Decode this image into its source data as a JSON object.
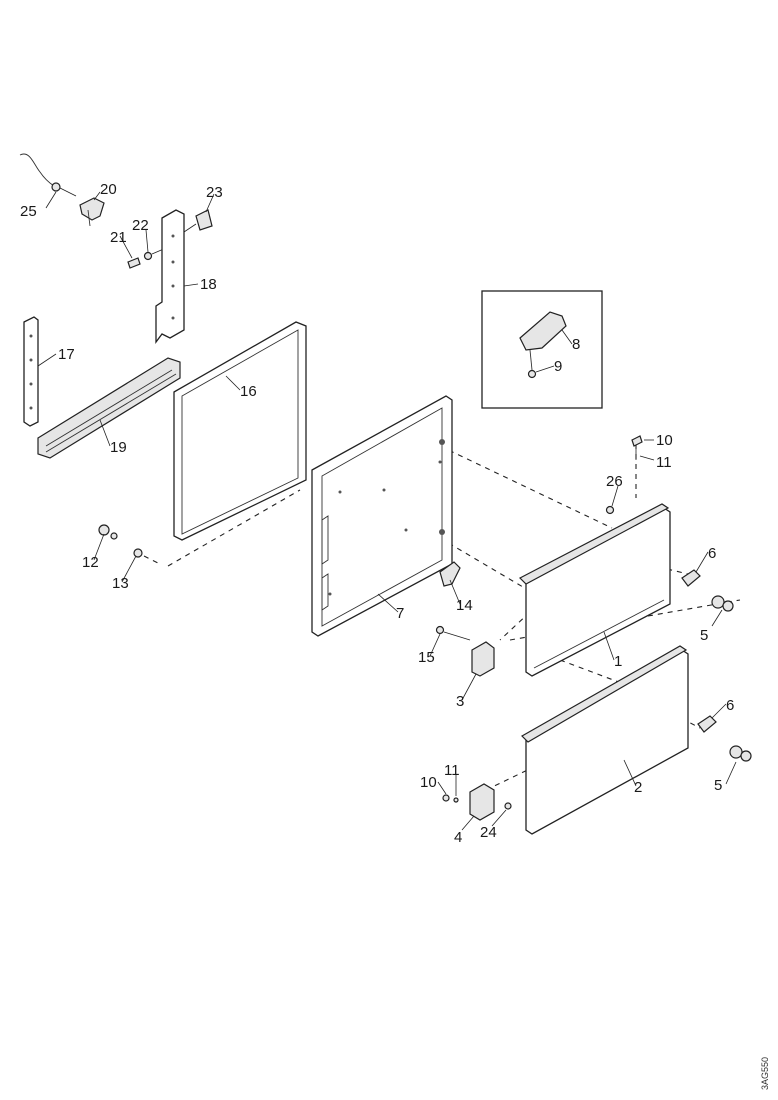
{
  "callouts": {
    "n1": "1",
    "n2": "2",
    "n3": "3",
    "n4": "4",
    "n5a": "5",
    "n5b": "5",
    "n6a": "6",
    "n6b": "6",
    "n7": "7",
    "n8": "8",
    "n9": "9",
    "n10a": "10",
    "n10b": "10",
    "n11a": "11",
    "n11b": "11",
    "n12": "12",
    "n13": "13",
    "n14": "14",
    "n15": "15",
    "n16": "16",
    "n17": "17",
    "n18": "18",
    "n19": "19",
    "n20": "20",
    "n21": "21",
    "n22": "22",
    "n23": "23",
    "n24": "24",
    "n25": "25",
    "n26": "26"
  },
  "reference_code": "3AG550"
}
